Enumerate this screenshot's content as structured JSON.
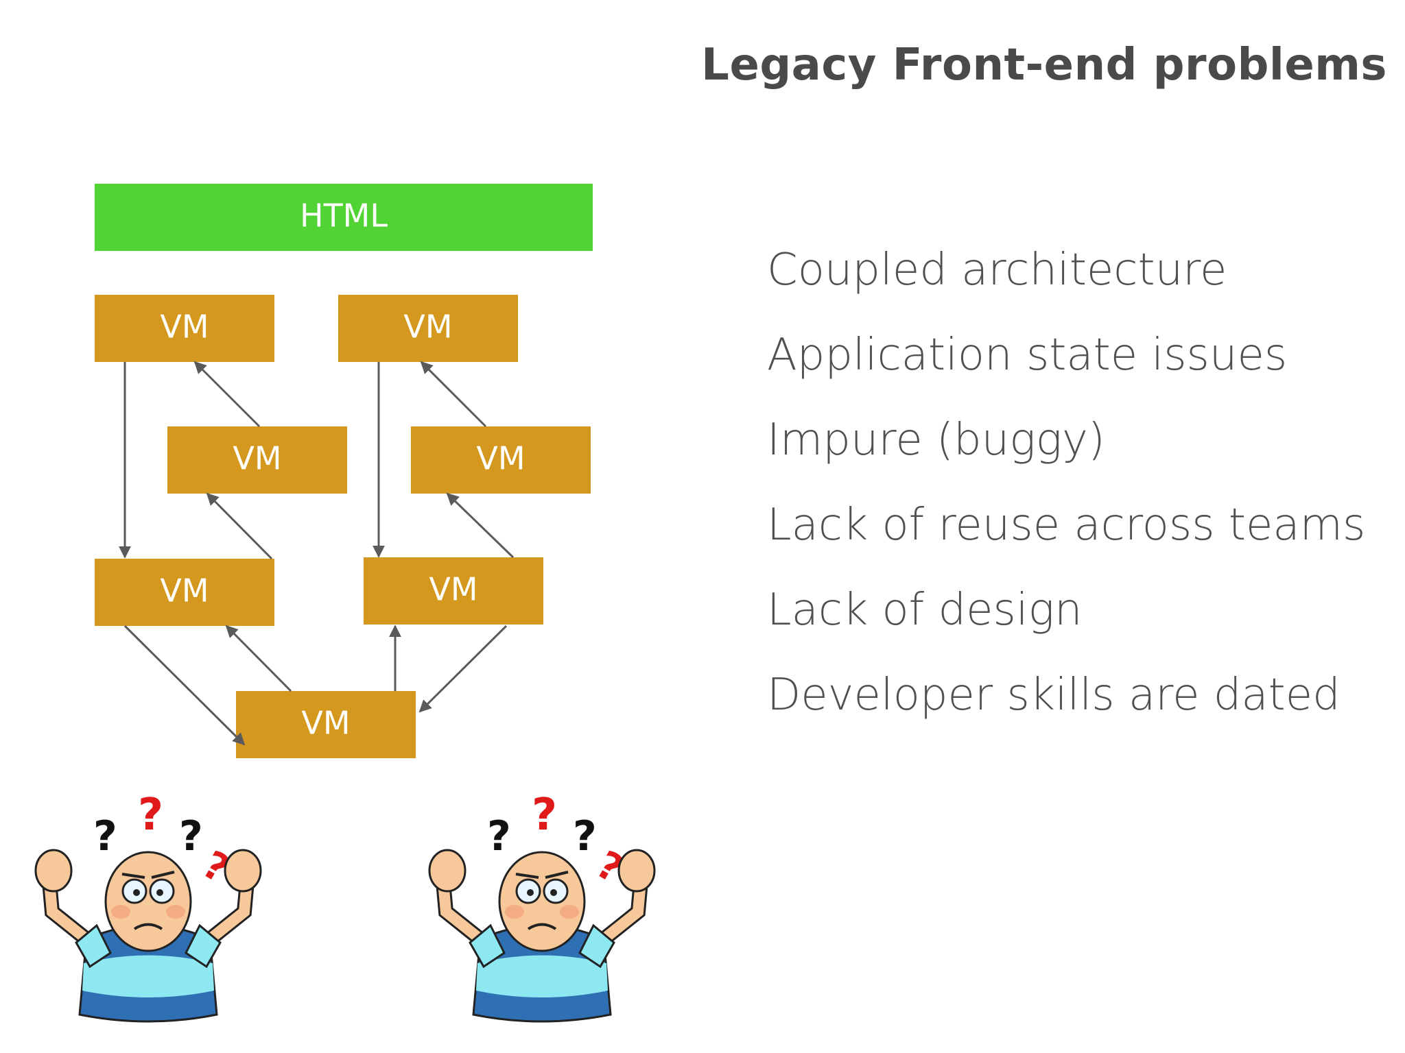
{
  "slide": {
    "title": "Legacy Front-end problems",
    "bullets": [
      "Coupled architecture",
      "Application state issues",
      "Impure (buggy)",
      "Lack of reuse across teams",
      "Lack of design",
      "Developer skills are dated"
    ]
  },
  "diagram": {
    "html_label": "HTML",
    "vm_labels": [
      "VM",
      "VM",
      "VM",
      "VM",
      "VM",
      "VM",
      "VM"
    ],
    "colors": {
      "html_box": "#52d334",
      "vm_box": "#d4981e",
      "arrow": "#5a5a5a",
      "question_red": "#e01a1a",
      "question_black": "#111111",
      "shirt_dark": "#2f6fb4",
      "shirt_light": "#8ee8f2",
      "skin": "#f6c89a"
    },
    "illustrations": [
      "confused-developer-icon",
      "confused-developer-icon"
    ]
  }
}
